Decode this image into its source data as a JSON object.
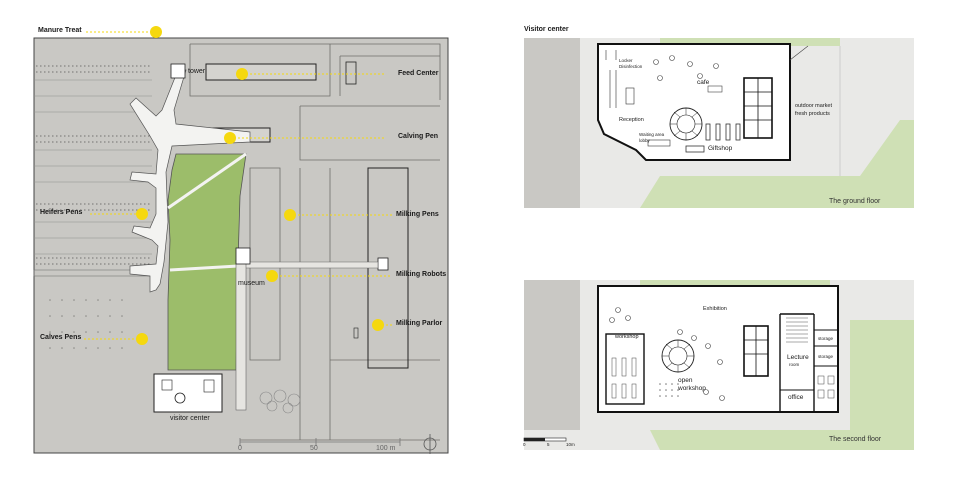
{
  "site_plan": {
    "labels": {
      "manure_treat": "Manure Treat",
      "feed_center": "Feed Center",
      "calving_pen": "Calving Pen",
      "heifers_pens": "Heifers Pens",
      "milking_pens": "Milking Pens",
      "milking_robots": "Milking Robots",
      "milking_parlor": "Milking Parlor",
      "calves_pens": "Calves Pens",
      "tower": "tower",
      "museum": "museum",
      "visitor_center": "visitor center"
    },
    "scale": {
      "zero": "0",
      "mid": "50",
      "end": "100 m"
    }
  },
  "visitor_center": {
    "title": "Visitor center",
    "ground_floor": {
      "caption": "The ground floor",
      "rooms": {
        "locker": "Locker",
        "disinfection": "Disinfection",
        "cafe": "cafe",
        "reception": "Reception",
        "waiting_area": "Waiting area",
        "lobby": "lobby",
        "giftshop": "Giftshop",
        "outdoor_market": "outdoor market",
        "fresh_products": "fresh products"
      }
    },
    "second_floor": {
      "caption": "The second floor",
      "rooms": {
        "exhibition": "Exhibition",
        "workshop": "workshop",
        "open": "open",
        "open_workshop": "workshop",
        "lecture": "Lecture",
        "room": "room",
        "office": "office",
        "storage1": "storage",
        "storage2": "storage"
      }
    },
    "scale": {
      "zero": "0",
      "mid": "5",
      "end": "10m"
    }
  },
  "colors": {
    "marker": "#f5d80f",
    "grass": "#9cbd6a",
    "ground": "#c9c8c4",
    "line": "#3a3a3a"
  }
}
